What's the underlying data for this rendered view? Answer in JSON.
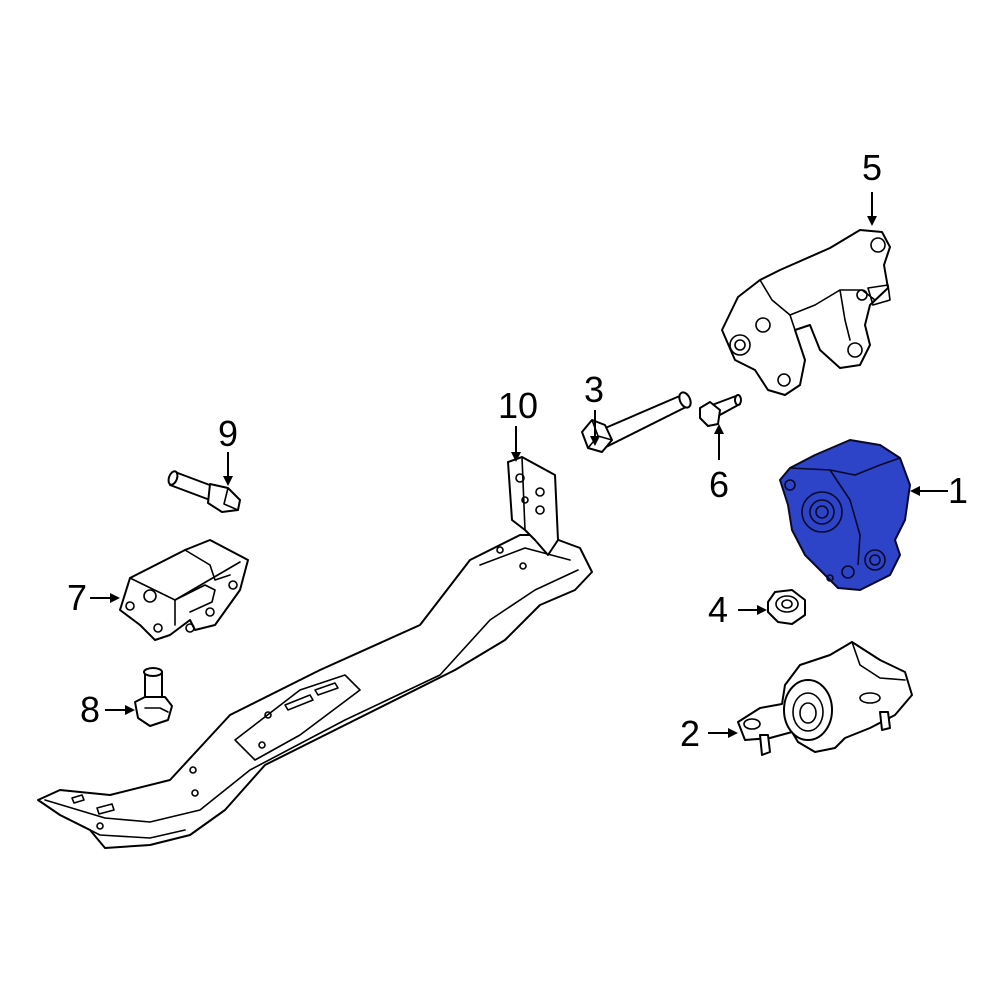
{
  "diagram": {
    "highlight_color": "#2d43c8",
    "callouts": [
      {
        "id": "1",
        "label": "1"
      },
      {
        "id": "2",
        "label": "2"
      },
      {
        "id": "3",
        "label": "3"
      },
      {
        "id": "4",
        "label": "4"
      },
      {
        "id": "5",
        "label": "5"
      },
      {
        "id": "6",
        "label": "6"
      },
      {
        "id": "7",
        "label": "7"
      },
      {
        "id": "8",
        "label": "8"
      },
      {
        "id": "9",
        "label": "9"
      },
      {
        "id": "10",
        "label": "10"
      }
    ]
  }
}
